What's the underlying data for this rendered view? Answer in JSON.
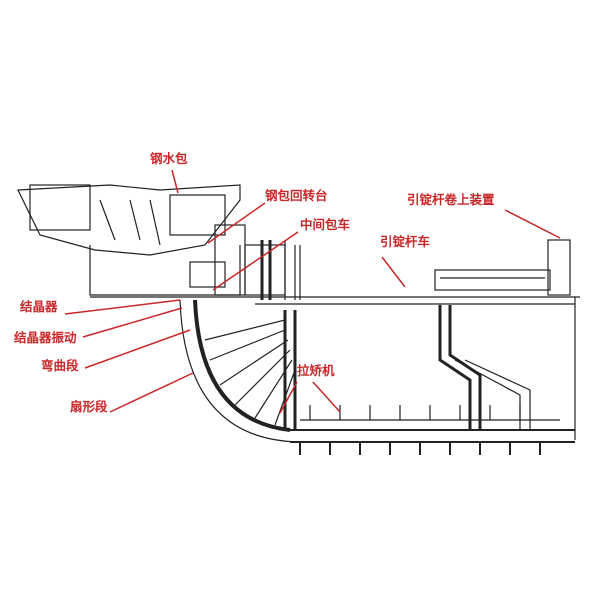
{
  "diagram": {
    "labels": {
      "ladle": "钢水包",
      "ladle_turret": "钢包回转台",
      "tundish_car": "中间包车",
      "dummy_bar_winder": "引锭杆卷上装置",
      "dummy_bar_car": "引锭杆车",
      "mold": "结晶器",
      "mold_oscillation": "结晶器振动",
      "bending_segment": "弯曲段",
      "sector_segment": "扇形段",
      "withdrawal_straightener": "拉矫机"
    },
    "colors": {
      "label": "#c8282a",
      "drawing": "#222222"
    }
  }
}
